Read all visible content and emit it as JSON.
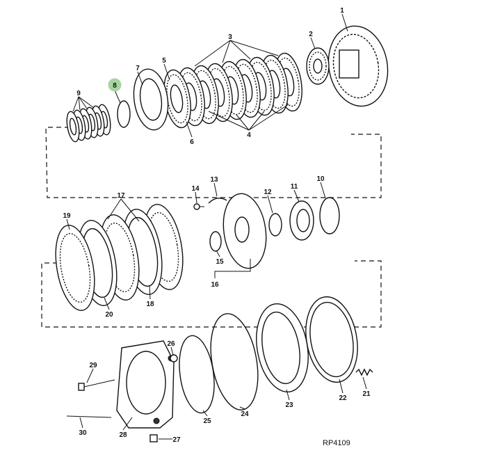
{
  "diagram": {
    "reference": "RP4109",
    "highlight_color": "#a8d4a0",
    "highlighted_callout": "8",
    "callouts": [
      "1",
      "2",
      "3",
      "4",
      "5",
      "6",
      "7",
      "8",
      "9",
      "10",
      "11",
      "12",
      "13",
      "14",
      "15",
      "16",
      "17",
      "18",
      "19",
      "20",
      "21",
      "22",
      "23",
      "24",
      "25",
      "26",
      "27",
      "28",
      "29",
      "30"
    ]
  }
}
